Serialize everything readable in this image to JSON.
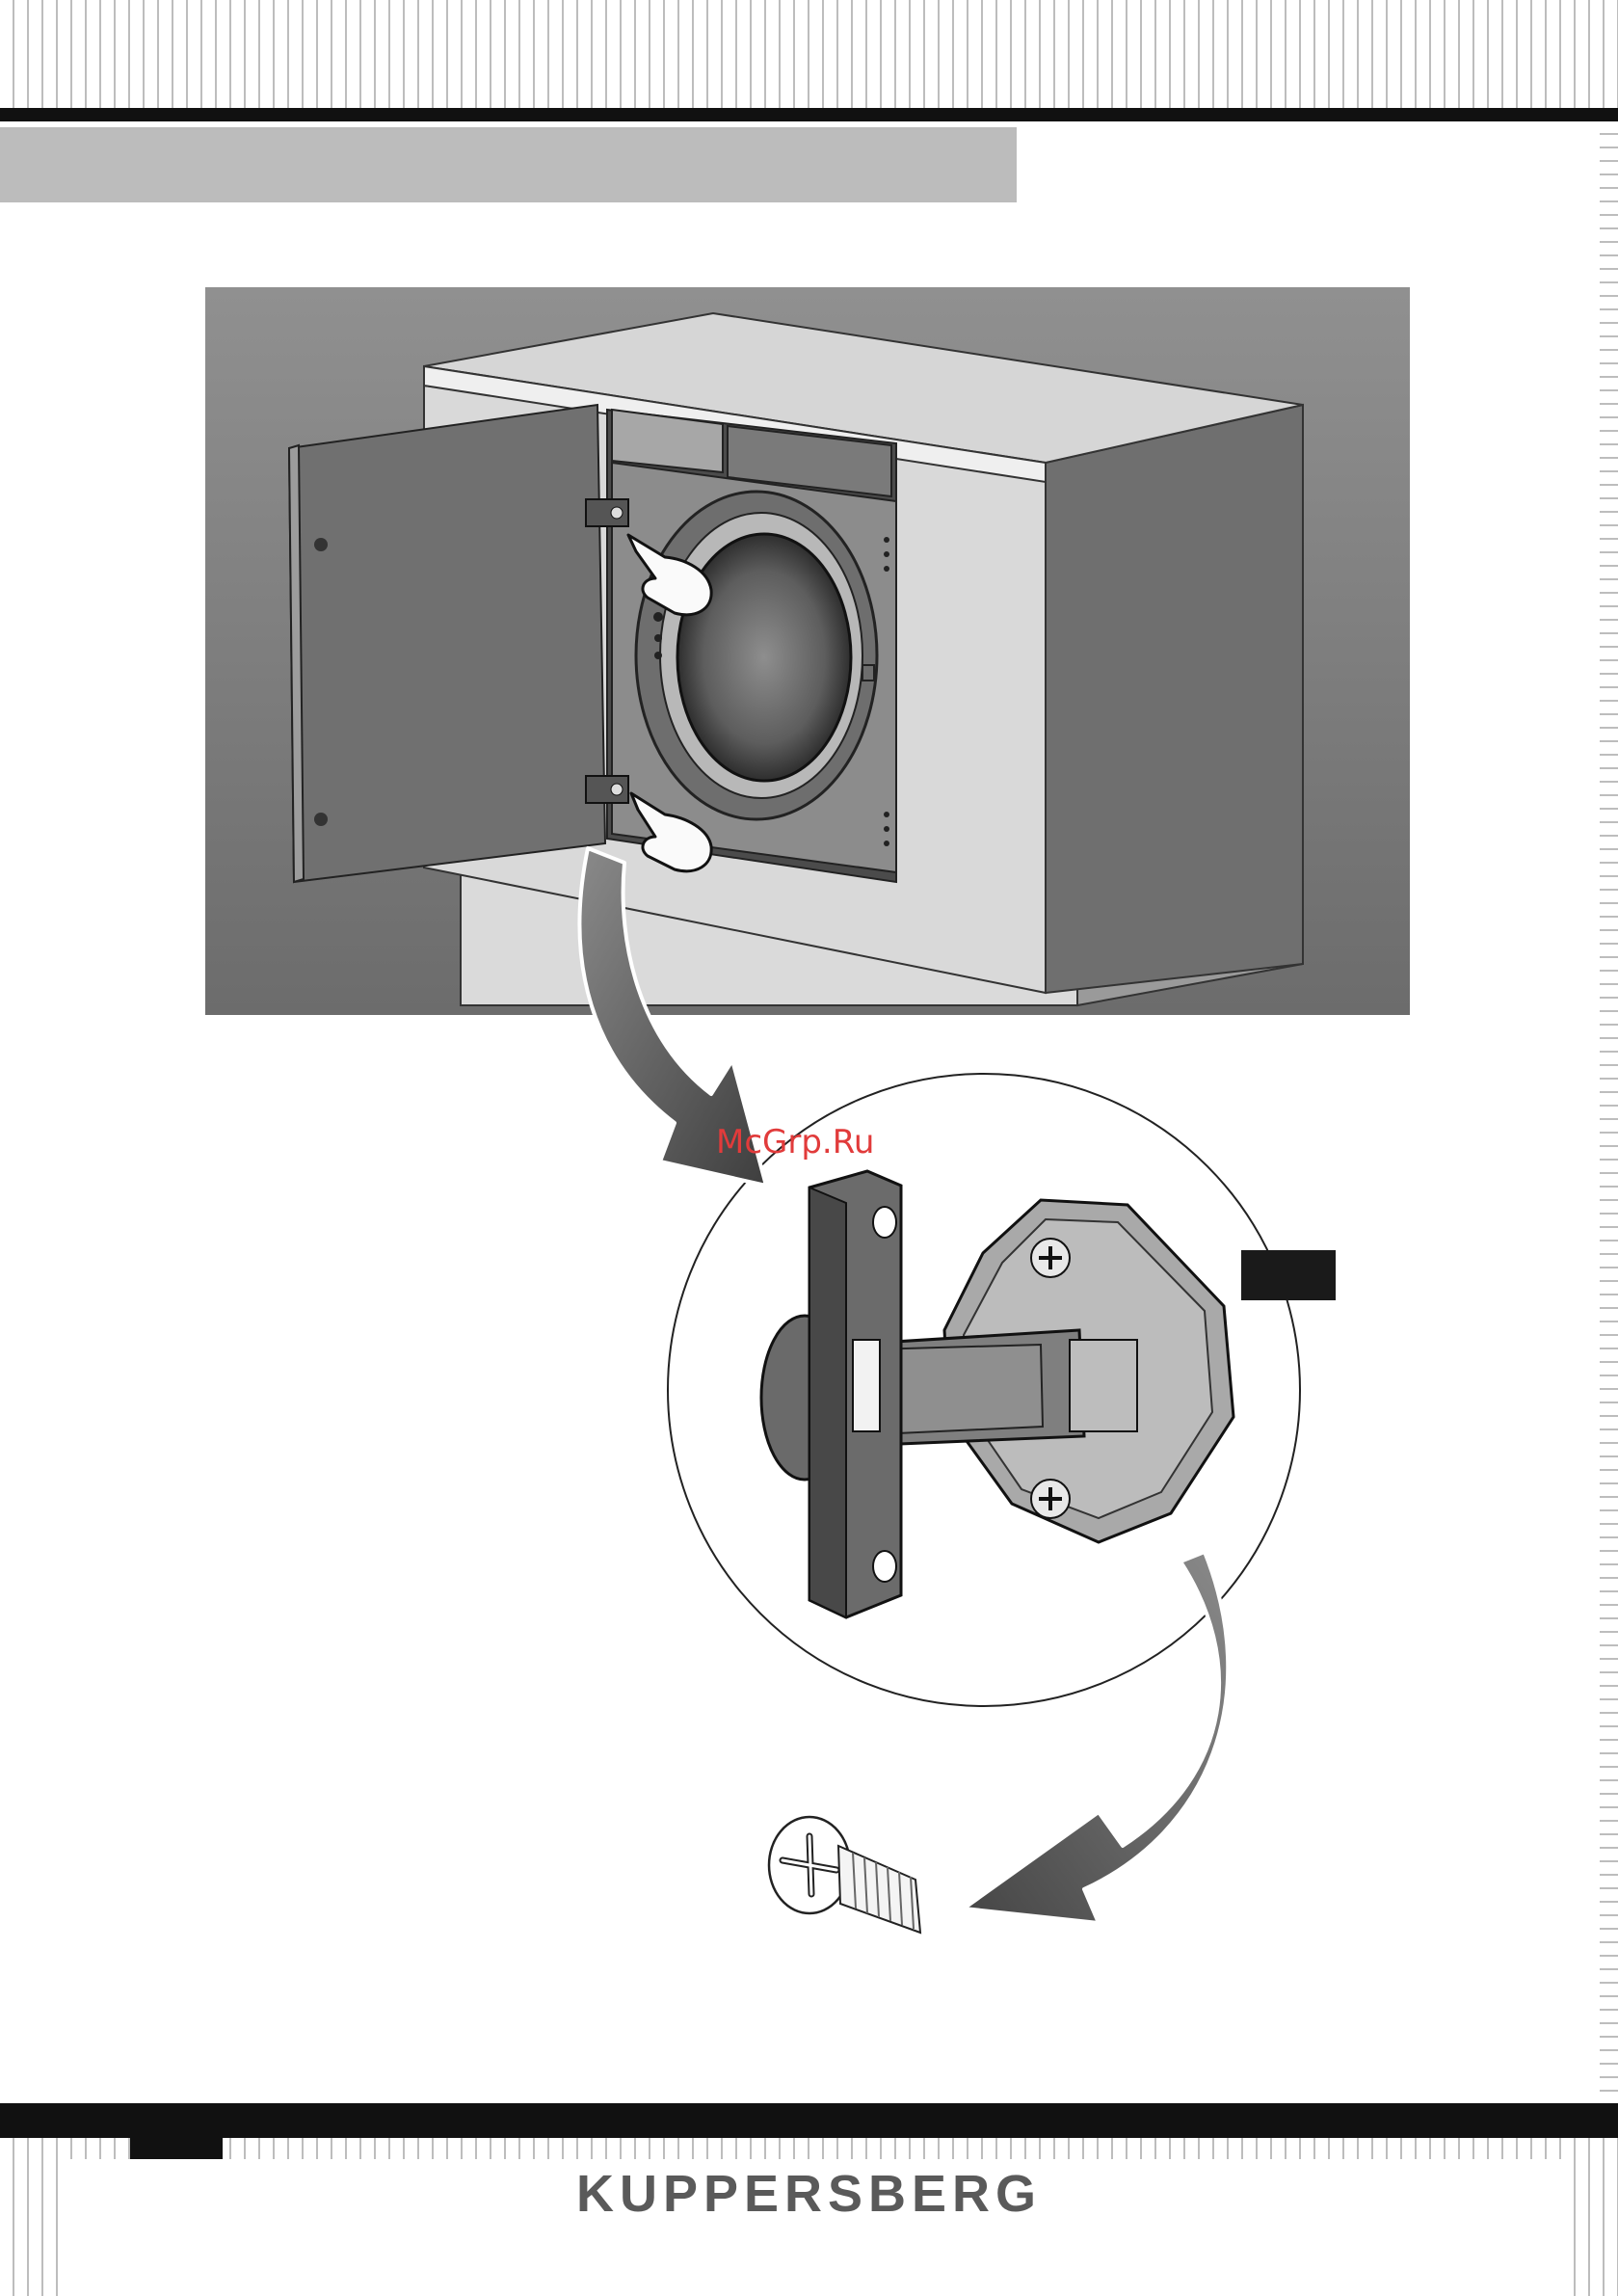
{
  "document": {
    "watermark": "McGrp.Ru",
    "brand": "KUPPERSBERG"
  },
  "colors": {
    "rule": "#111111",
    "title_band": "#bcbcbc",
    "stripe": "#bdbdbd",
    "watermark": "#e13b3b",
    "brand": "#5a5a5a"
  },
  "figures": {
    "scene": "built-in washing machine in cabinet with open furniture door",
    "detail": "door hinge close-up",
    "part": "cross-head screw"
  }
}
